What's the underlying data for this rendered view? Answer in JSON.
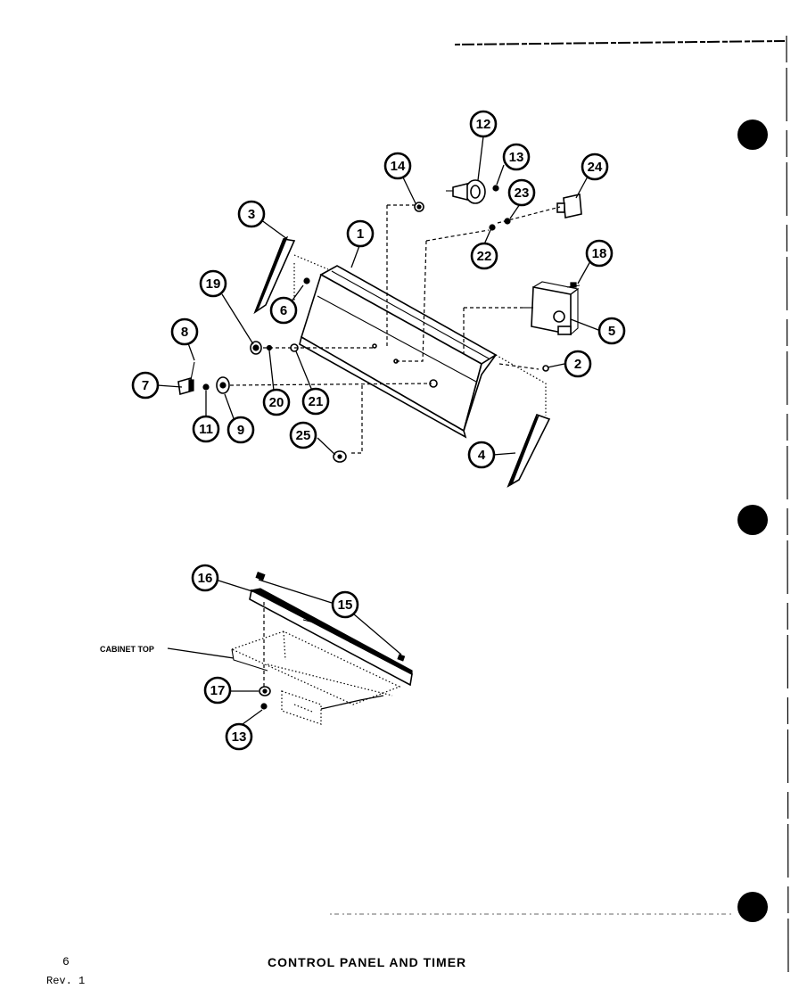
{
  "title": "CONTROL PANEL AND TIMER",
  "page_number": "6",
  "revision": "Rev. 1",
  "cabinet_label": "CABINET TOP",
  "callouts": {
    "c1": "1",
    "c2": "2",
    "c3": "3",
    "c4": "4",
    "c5": "5",
    "c6": "6",
    "c7": "7",
    "c8": "8",
    "c9": "9",
    "c11": "11",
    "c12": "12",
    "c13a": "13",
    "c13b": "13",
    "c14": "14",
    "c15": "15",
    "c16": "16",
    "c17": "17",
    "c18": "18",
    "c19": "19",
    "c20": "20",
    "c21": "21",
    "c22": "22",
    "c23": "23",
    "c24": "24",
    "c25": "25"
  }
}
